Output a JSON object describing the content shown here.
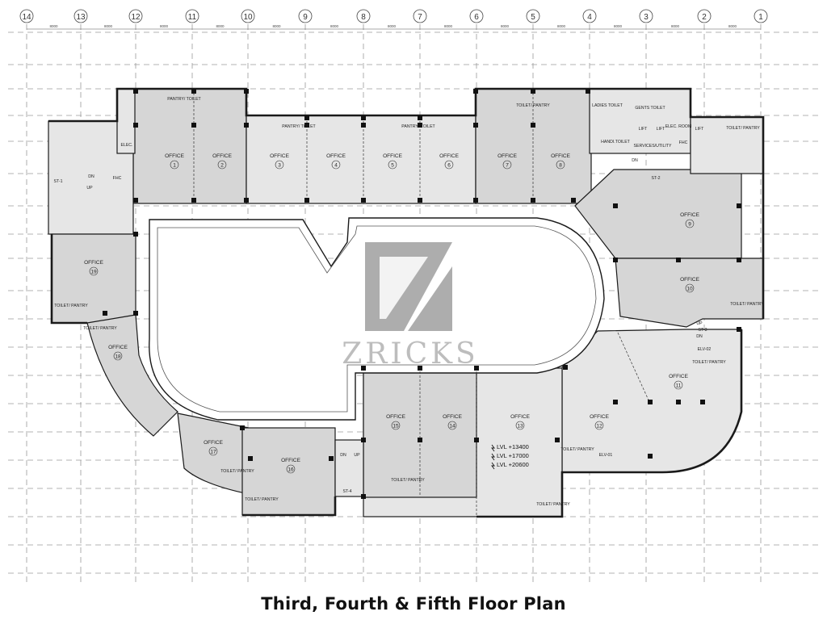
{
  "caption": "Third, Fourth & Fifth Floor Plan",
  "grid_numbers": [
    "14",
    "13",
    "12",
    "11",
    "10",
    "9",
    "8",
    "7",
    "6",
    "5",
    "4",
    "3",
    "2",
    "1"
  ],
  "grid_spacing_label": "8000",
  "offices": [
    {
      "word": "OFFICE",
      "num": "1"
    },
    {
      "word": "OFFICE",
      "num": "2"
    },
    {
      "word": "OFFICE",
      "num": "3"
    },
    {
      "word": "OFFICE",
      "num": "4"
    },
    {
      "word": "OFFICE",
      "num": "5"
    },
    {
      "word": "OFFICE",
      "num": "6"
    },
    {
      "word": "OFFICE",
      "num": "7"
    },
    {
      "word": "OFFICE",
      "num": "8"
    },
    {
      "word": "OFFICE",
      "num": "9"
    },
    {
      "word": "OFFICE",
      "num": "10"
    },
    {
      "word": "OFFICE",
      "num": "11"
    },
    {
      "word": "OFFICE",
      "num": "12"
    },
    {
      "word": "OFFICE",
      "num": "13"
    },
    {
      "word": "OFFICE",
      "num": "14"
    },
    {
      "word": "OFFICE",
      "num": "15"
    },
    {
      "word": "OFFICE",
      "num": "16"
    },
    {
      "word": "OFFICE",
      "num": "17"
    },
    {
      "word": "OFFICE",
      "num": "18"
    },
    {
      "word": "OFFICE",
      "num": "19"
    }
  ],
  "labels": {
    "pantry_toilet": "PANTRY/ TOILET",
    "toilet_pantry": "TOILET/ PANTRY",
    "ladies_toilet": "LADIES TOILET",
    "gents_toilet": "GENTS TOILET",
    "handi_toilet": "HANDI.TOILET",
    "services_utility": "SERVICES/UTILITY",
    "lift": "LIFT",
    "elec_room": "ELEC. ROOM",
    "elec": "ELEC.",
    "fhc": "FHC",
    "dn": "DN",
    "up": "UP",
    "st2": "ST-2",
    "st3": "ST-3",
    "st4": "ST-4",
    "st1": "ST-1",
    "elv1": "ELV-01",
    "elv2": "ELV-02"
  },
  "levels": [
    "LVL +13400",
    "LVL +17000",
    "LVL +20600"
  ],
  "watermark": "ZRICKS",
  "colors": {
    "room_fill": "#d6d6d6",
    "wall": "#1a1a1a",
    "grid": "#9a9a9a"
  }
}
